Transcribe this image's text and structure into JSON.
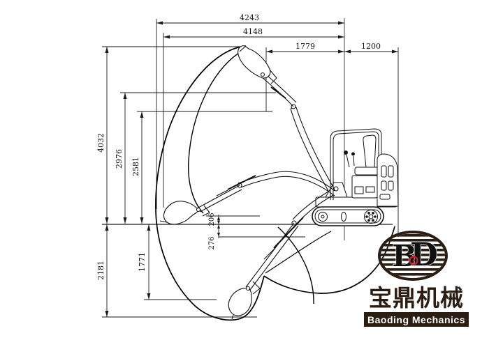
{
  "diagram": {
    "dims": {
      "top": [
        "4243",
        "4148",
        "1779",
        "1200"
      ],
      "left_above_ground": [
        "4032",
        "2976",
        "2581"
      ],
      "left_below_ground": [
        "2181",
        "1771"
      ],
      "center_small": [
        "206",
        "276"
      ]
    }
  },
  "logo": {
    "monogram_b": "B",
    "monogram_d": "D",
    "company_cn": "宝鼎机械",
    "company_en": "Baoding Mechanics",
    "colors": {
      "accent_red": "#c9242e",
      "dark_brown": "#2b1d12"
    }
  }
}
